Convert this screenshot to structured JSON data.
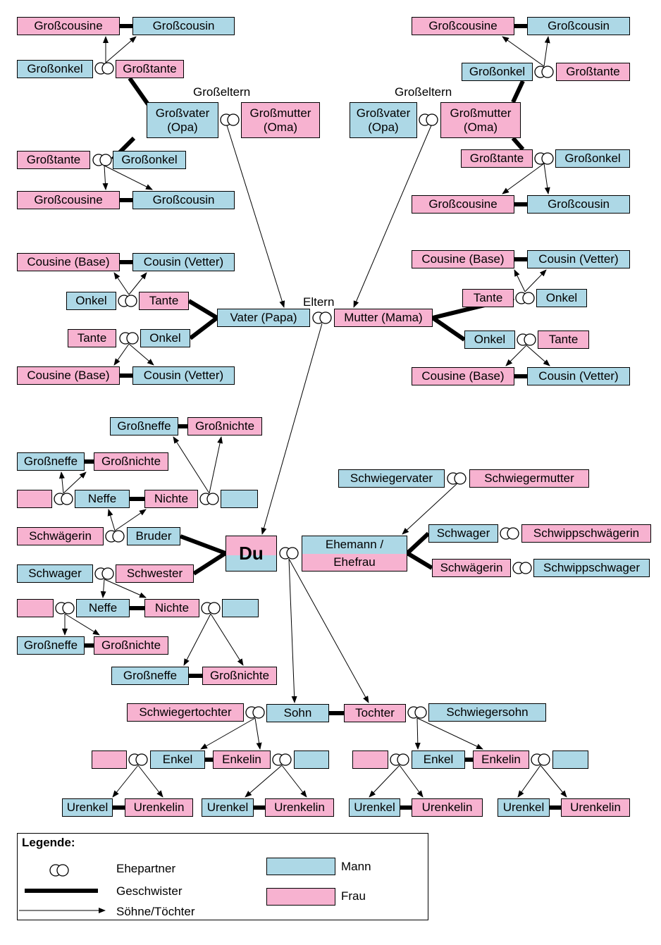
{
  "labels": {
    "grosseltern_left": "Großeltern",
    "grosseltern_right": "Großeltern",
    "eltern": "Eltern"
  },
  "boxes": {
    "gc1": "Großcousine",
    "gv1": "Großcousin",
    "go1": "Großonkel",
    "gt1": "Großtante",
    "gpv_a": "Großvater",
    "gpv_b": "(Opa)",
    "gpm_a": "Großmutter",
    "gpm_b": "(Oma)",
    "gt2": "Großtante",
    "go2": "Großonkel",
    "gc2": "Großcousine",
    "gv2": "Großcousin",
    "gc3": "Großcousine",
    "gv3": "Großcousin",
    "go3": "Großonkel",
    "gt3": "Großtante",
    "rgv_a": "Großvater",
    "rgv_b": "(Opa)",
    "rgm_a": "Großmutter",
    "rgm_b": "(Oma)",
    "gt4": "Großtante",
    "go4": "Großonkel",
    "gc4": "Großcousine",
    "gv4": "Großcousin",
    "cb1": "Cousine (Base)",
    "cv1": "Cousin (Vetter)",
    "on1": "Onkel",
    "ta1": "Tante",
    "ta2": "Tante",
    "on2": "Onkel",
    "cb2": "Cousine (Base)",
    "cv2": "Cousin (Vetter)",
    "vater": "Vater (Papa)",
    "mutter": "Mutter (Mama)",
    "cb3": "Cousine (Base)",
    "cv3": "Cousin (Vetter)",
    "ta3": "Tante",
    "on3": "Onkel",
    "on4": "Onkel",
    "ta4": "Tante",
    "cb4": "Cousine (Base)",
    "cv4": "Cousin (Vetter)",
    "gn1": "Großneffe",
    "gni1": "Großnichte",
    "gn2": "Großneffe",
    "gni2": "Großnichte",
    "ne1": "Neffe",
    "ni1": "Nichte",
    "schw1": "Schwägerin",
    "bruder": "Bruder",
    "schwager1": "Schwager",
    "schwester": "Schwester",
    "ne2": "Neffe",
    "ni2": "Nichte",
    "gn3": "Großneffe",
    "gni3": "Großnichte",
    "gn4": "Großneffe",
    "gni4": "Großnichte",
    "du": "Du",
    "ehe_a": "Ehemann /",
    "ehe_b": "Ehefrau",
    "svater": "Schwiegervater",
    "smutter": "Schwiegermutter",
    "schwager2": "Schwager",
    "schwipp1": "Schwippschwägerin",
    "schw2": "Schwägerin",
    "schwipp2": "Schwippschwager",
    "stochter": "Schwiegertochter",
    "sohn": "Sohn",
    "tochter": "Tochter",
    "ssohn": "Schwiegersohn",
    "enkel1": "Enkel",
    "enkelin1": "Enkelin",
    "enkel2": "Enkel",
    "enkelin2": "Enkelin",
    "ue1": "Urenkel",
    "uei1": "Urenkelin",
    "ue2": "Urenkel",
    "uei2": "Urenkelin",
    "ue3": "Urenkel",
    "uei3": "Urenkelin",
    "ue4": "Urenkel",
    "uei4": "Urenkelin"
  },
  "legend": {
    "title": "Legende:",
    "ehepartner": "Ehepartner",
    "geschwister": "Geschwister",
    "kinder": "Söhne/Töchter",
    "mann": "Mann",
    "frau": "Frau"
  },
  "colors": {
    "mann": "#add8e6",
    "frau": "#f7b2d0"
  }
}
